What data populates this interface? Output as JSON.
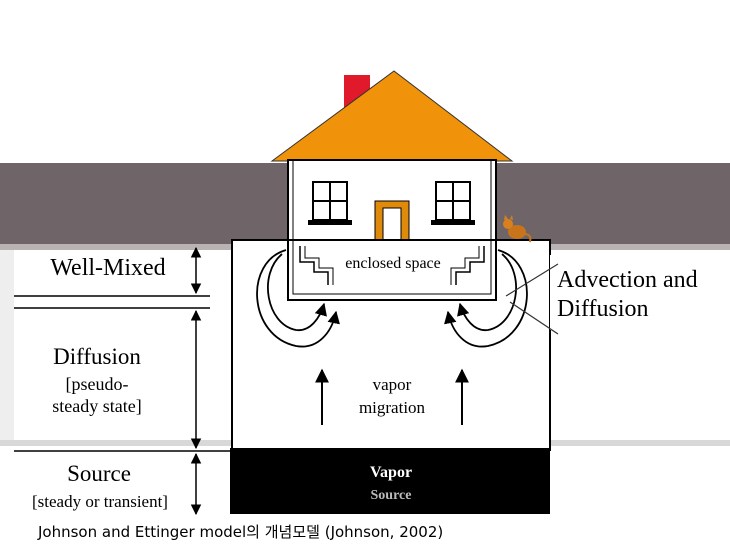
{
  "layers": {
    "well_mixed": "Well-Mixed",
    "diffusion": "Diffusion",
    "diffusion_note_1": "[pseudo-",
    "diffusion_note_2": "steady state]",
    "source": "Source",
    "source_note": "[steady or transient]"
  },
  "house": {
    "enclosed_space": "enclosed space"
  },
  "labels": {
    "advection_1": "Advection and",
    "advection_2": "Diffusion",
    "vapor_migration_1": "vapor",
    "vapor_migration_2": "migration",
    "vapor_source_1": "Vapor",
    "vapor_source_2": "Source"
  },
  "caption": "Johnson and Ettinger model의 개념모델 (Johnson, 2002)",
  "colors": {
    "ground_band": "#6f6568",
    "roof": "#f0920a",
    "chimney": "#e0192b",
    "source_block": "#000000"
  }
}
